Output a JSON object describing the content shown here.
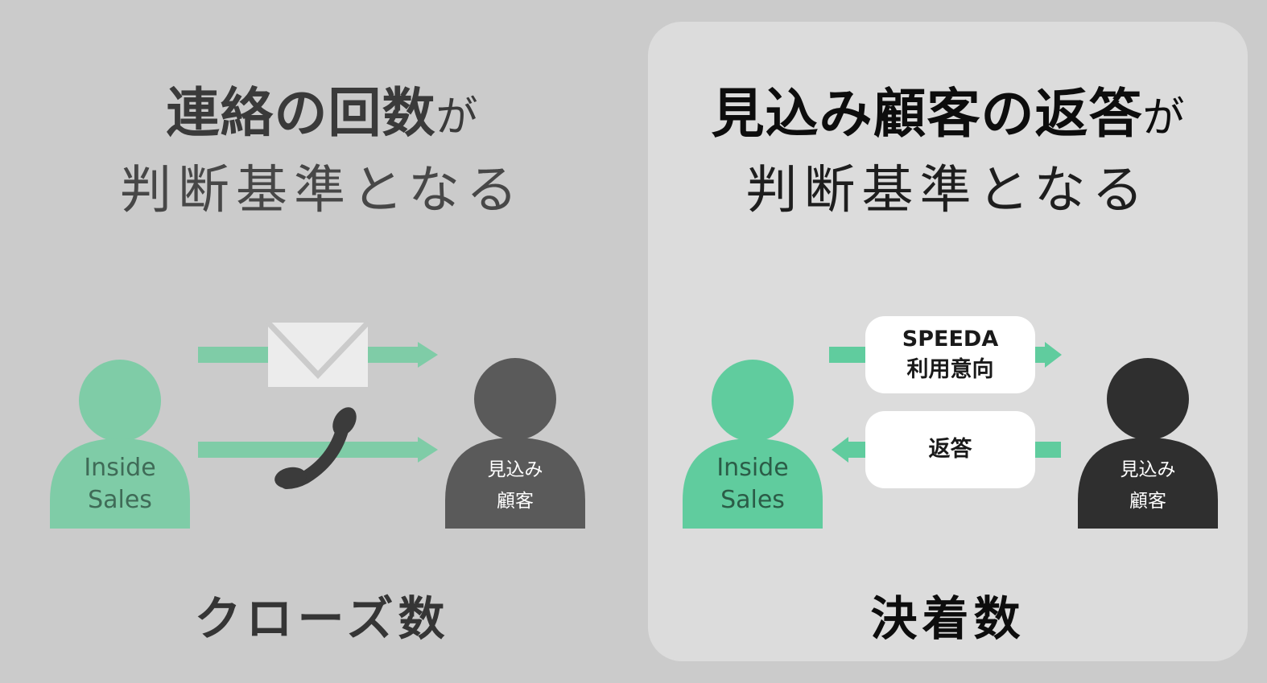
{
  "left": {
    "headline_strong": "連絡の回数",
    "headline_light": "が",
    "subline": "判断基準となる",
    "actor_line1": "Inside",
    "actor_line2": "Sales",
    "prospect_line1": "見込み",
    "prospect_line2": "顧客",
    "footer": "クローズ数"
  },
  "right": {
    "headline_strong": "見込み顧客の返答",
    "headline_light": "が",
    "subline": "判断基準となる",
    "actor_line1": "Inside",
    "actor_line2": "Sales",
    "prospect_line1": "見込み",
    "prospect_line2": "顧客",
    "message_out_line1": "SPEEDA",
    "message_out_line2": "利用意向",
    "message_back": "返答",
    "footer": "決着数"
  },
  "icons": {
    "envelope": "envelope-icon",
    "phone": "phone-icon",
    "person": "person-icon",
    "arrow": "arrow-icon"
  },
  "colors": {
    "background": "#cbcbcb",
    "highlight_panel": "#dcdcdc",
    "accent_green": "#60cc9e",
    "muted_green": "#7fcca7",
    "prospect_gray": "#5a5a5a",
    "prospect_dark": "#2f2f2f"
  }
}
